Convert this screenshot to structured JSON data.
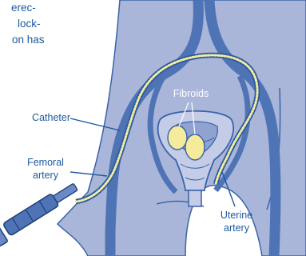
{
  "intro_text": [
    "erec-",
    "lock-",
    "on has"
  ],
  "labels": {
    "fibroids": "Fibroids",
    "catheter": "Catheter",
    "femoral_artery": [
      "Femoral",
      "artery"
    ],
    "uterine_artery": [
      "Uterine",
      "artery"
    ]
  },
  "colors": {
    "body": "#a9b6da",
    "vessel": "#4f74b6",
    "outline": "#3a63a8",
    "text": "#1c5a9e",
    "catheter": "#f3ee9c",
    "fibroid": "#f4ec9a"
  }
}
